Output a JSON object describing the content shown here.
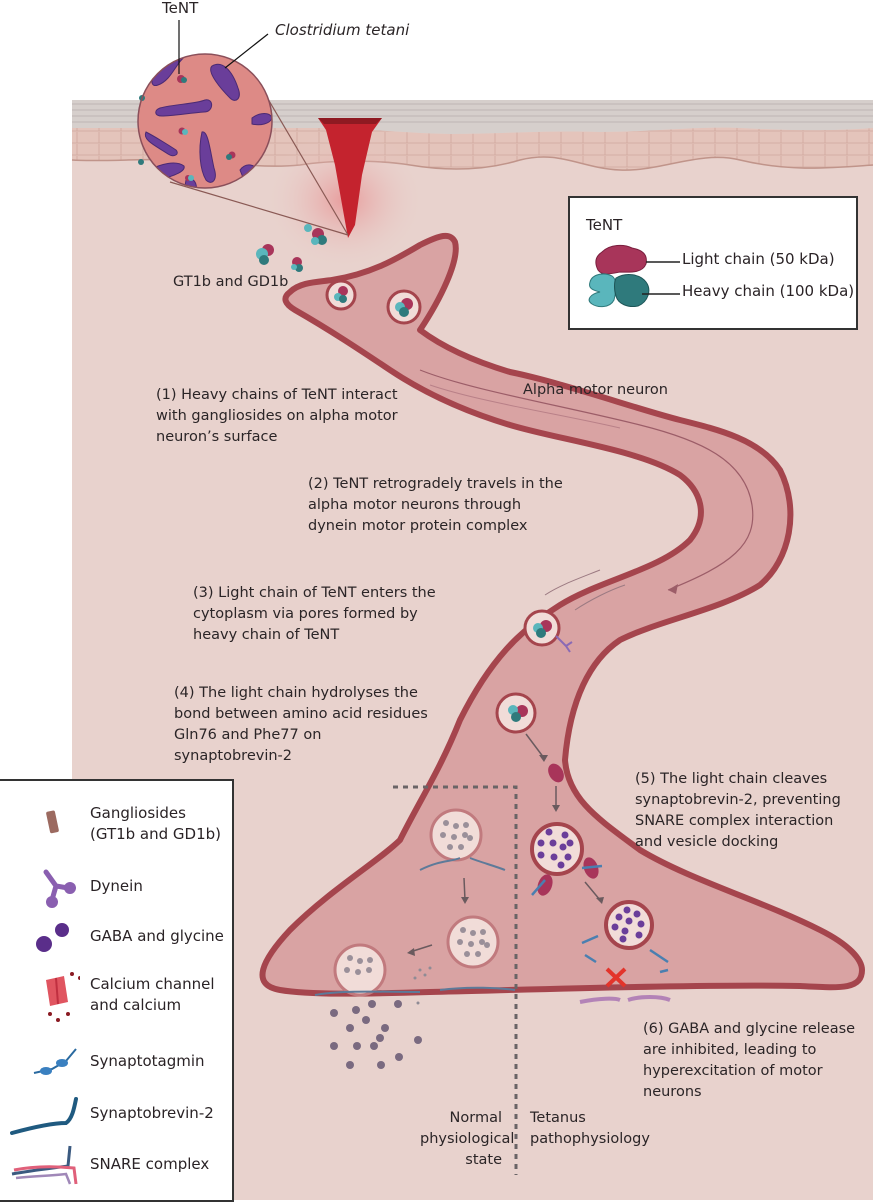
{
  "figure": {
    "top_labels": {
      "tent": "TeNT",
      "organism": "Clostridium tetani"
    },
    "receptor_label": "GT1b and GD1b",
    "neuron_label": "Alpha motor neuron",
    "steps": [
      {
        "id": 1,
        "lines": [
          "(1) Heavy chains of TeNT interact",
          "with gangliosides on alpha motor",
          "neuron’s surface"
        ]
      },
      {
        "id": 2,
        "lines": [
          "(2) TeNT retrogradely travels in the",
          "alpha motor neurons through",
          "dynein motor protein complex"
        ]
      },
      {
        "id": 3,
        "lines": [
          "(3) Light chain of TeNT enters the",
          "cytoplasm via pores formed by",
          "heavy chain of TeNT"
        ]
      },
      {
        "id": 4,
        "lines": [
          "(4) The light chain hydrolyses the",
          "bond between amino acid residues",
          "Gln76 and Phe77 on",
          "synaptobrevin-2"
        ]
      },
      {
        "id": 5,
        "lines": [
          "(5) The light chain cleaves",
          "synaptobrevin-2, preventing",
          "SNARE complex interaction",
          "and vesicle docking"
        ]
      },
      {
        "id": 6,
        "lines": [
          "(6) GABA and glycine release",
          "are inhibited, leading to",
          "hyperexcitation of motor",
          "neurons"
        ]
      }
    ],
    "panels": {
      "normal": [
        "Normal",
        "physiological",
        "state"
      ],
      "tetanus": [
        "Tetanus",
        "pathophysiology"
      ]
    },
    "blocked_marker": "✕"
  },
  "tent_key": {
    "title": "TeNT",
    "items": [
      {
        "label": "Light chain (50 kDa)",
        "icon": "light-chain-icon",
        "color": "#a8355a"
      },
      {
        "label": "Heavy chain (100 kDa)",
        "icon": "heavy-chain-icon",
        "color": "#2f7a7c"
      }
    ]
  },
  "legend": {
    "items": [
      {
        "lines": [
          "Gangliosides",
          "(GT1b and GD1b)"
        ],
        "icon": "ganglioside-icon"
      },
      {
        "lines": [
          "Dynein"
        ],
        "icon": "dynein-icon"
      },
      {
        "lines": [
          "GABA and glycine"
        ],
        "icon": "gaba-glycine-icon"
      },
      {
        "lines": [
          "Calcium channel",
          "and calcium"
        ],
        "icon": "calcium-channel-icon"
      },
      {
        "lines": [
          "Synaptotagmin"
        ],
        "icon": "synaptotagmin-icon"
      },
      {
        "lines": [
          "Synaptobrevin-2"
        ],
        "icon": "synaptobrevin-icon"
      },
      {
        "lines": [
          "SNARE complex"
        ],
        "icon": "snare-complex-icon"
      }
    ]
  },
  "colors": {
    "background_tissue": "#e8d2cd",
    "neuron_fill": "#d9a3a3",
    "neuron_outline": "#a5454d",
    "wound": "#c4232e",
    "bacteria": "#6a3e9a",
    "bacteria_bg": "#dd8a86",
    "light_chain": "#a8355a",
    "heavy_chain_light": "#5ab6bc",
    "heavy_chain_dark": "#2f7a7c",
    "gaba_active": "#6a3e9a",
    "gaba_released": "#7a6a80",
    "blocked_x": "#e3342b"
  }
}
